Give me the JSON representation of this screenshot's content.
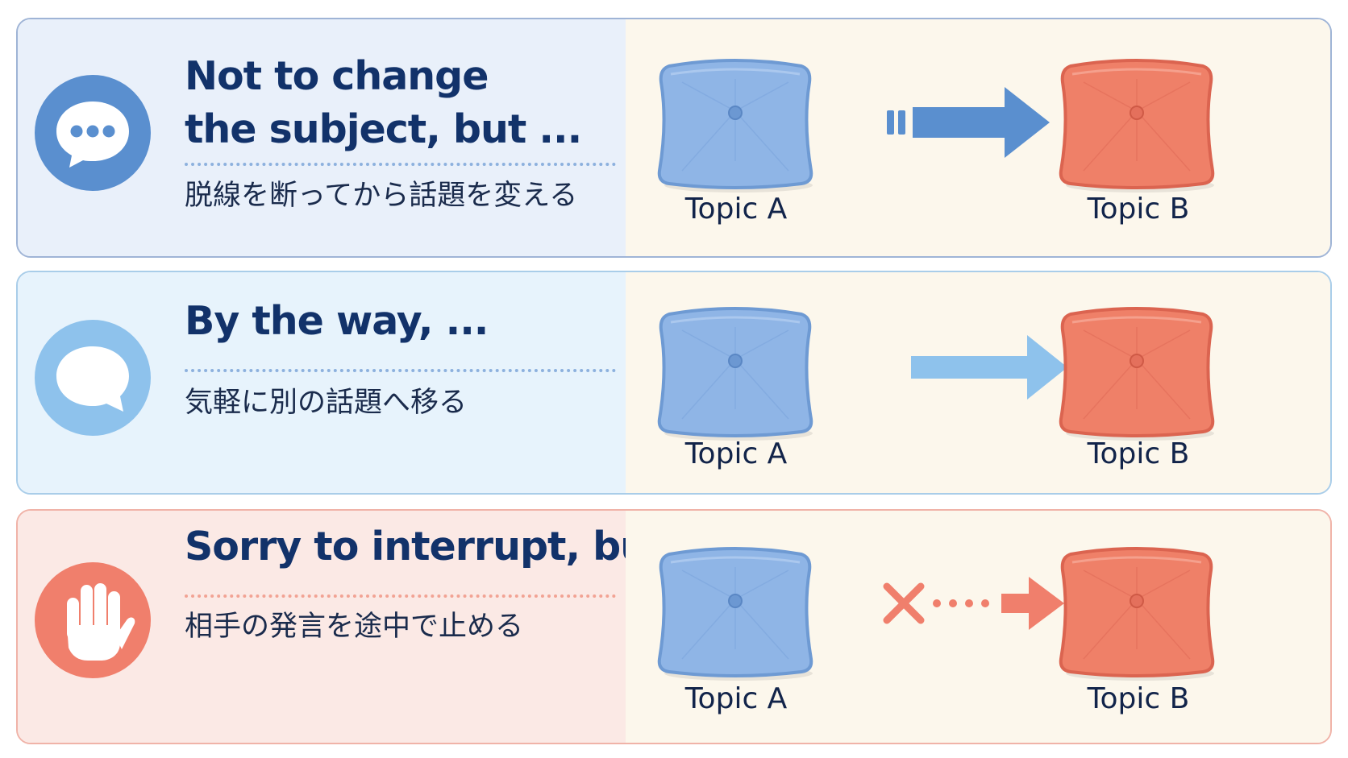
{
  "rows": [
    {
      "heading_lines": [
        "Not to change",
        "the subject, but ..."
      ],
      "japanese": "脱線を断ってから話題を変える",
      "icon": "speech-bubble-dots-icon",
      "arrow_style": "solid-with-tail-bars",
      "topic_a": "Topic A",
      "topic_b": "Topic B"
    },
    {
      "heading_lines": [
        "By the way, ..."
      ],
      "japanese": "気軽に別の話題へ移る",
      "icon": "speech-bubble-icon",
      "arrow_style": "light-solid",
      "topic_a": "Topic A",
      "topic_b": "Topic B"
    },
    {
      "heading_lines": [
        "Sorry to interrupt, but ..."
      ],
      "japanese": "相手の発言を途中で止める",
      "icon": "raised-hand-icon",
      "arrow_style": "cross-dotted",
      "topic_a": "Topic A",
      "topic_b": "Topic B"
    }
  ],
  "colors": {
    "heading_navy": "#12326a",
    "blue_accent": "#5a8fcf",
    "light_blue_accent": "#8ec2ec",
    "coral_accent": "#f07f6c",
    "pillow_blue": "#8fb5e6",
    "pillow_coral": "#ef8068",
    "panel_cream": "#fcf7ec"
  }
}
